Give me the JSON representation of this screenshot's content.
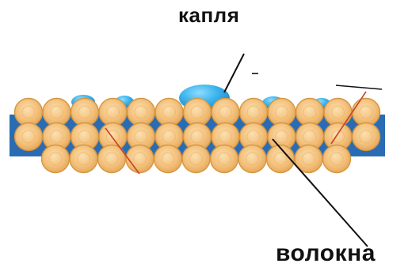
{
  "labels": {
    "drop": "капля",
    "fibers": "волокна"
  },
  "colors": {
    "fiber_fill": "#f4c27e",
    "fiber_stroke": "#d49642",
    "fiber_core": "#f7d6a2",
    "substrate": "#2a6cb3",
    "drop_light": "#3fb6ee",
    "drop_dark": "#1c8fd6",
    "leader_line": "#111111",
    "red_mark": "#c8432a"
  },
  "icons": [
    "drop-icon",
    "fiber-icon",
    "pointer-line"
  ]
}
